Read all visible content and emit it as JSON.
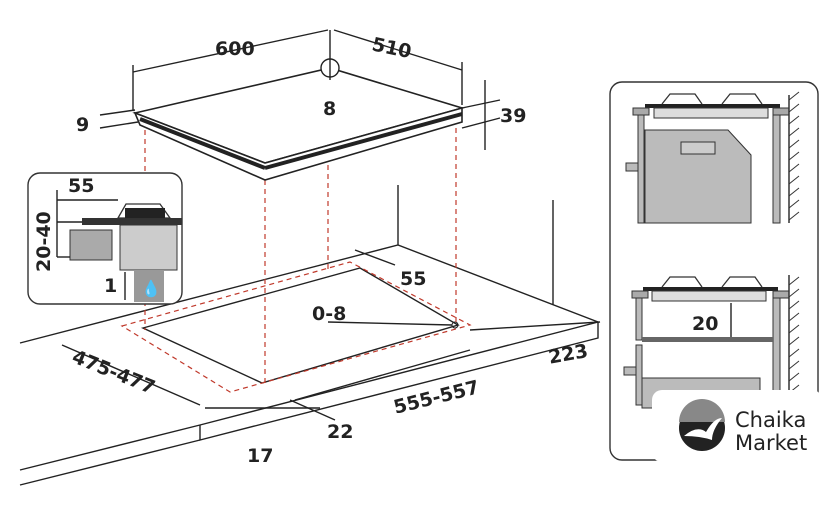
{
  "dimensions": {
    "hob_width": "600",
    "hob_depth": "510",
    "center_mark": "8",
    "hob_top_thickness": "9",
    "hob_height": "39",
    "rear_clearance": "55",
    "edge_offset": "0-8",
    "side_clearance": "223",
    "cutout_depth": "475-477",
    "cutout_width": "555-557",
    "front_offset_22": "22",
    "front_offset_17": "17"
  },
  "inset": {
    "top_clearance": "55",
    "depth_range": "20-40",
    "gap": "1"
  },
  "side_panel": {
    "shelf_gap": "20"
  },
  "logo": {
    "line1": "Chaika",
    "line2": "Market"
  }
}
